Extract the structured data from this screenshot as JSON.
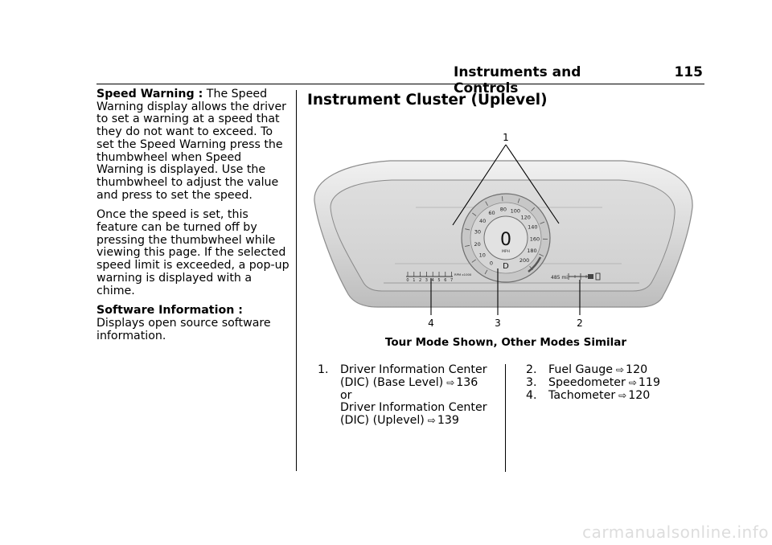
{
  "header": {
    "section": "Instruments and Controls",
    "page_number": "115"
  },
  "left_column": {
    "speed_warning": {
      "term": "Speed Warning :",
      "text": "The Speed Warning display allows the driver to set a warning at a speed that they do not want to exceed. To set the Speed Warning press the thumbwheel when Speed Warning is displayed. Use the thumbwheel to adjust the value and press to set the speed."
    },
    "speed_warning_note": "Once the speed is set, this feature can be turned off by pressing the thumbwheel while viewing this page. If the selected speed limit is exceeded, a pop-up warning is displayed with a chime.",
    "software_info": {
      "term": "Software Information :",
      "text": "Displays open source software information."
    }
  },
  "section_title": "Instrument Cluster (Uplevel)",
  "figure": {
    "callouts": [
      "1",
      "2",
      "3",
      "4"
    ],
    "speedometer": {
      "value": "0",
      "unit": "MPH",
      "gear": "D",
      "ticks": [
        "0",
        "10",
        "20",
        "30",
        "40",
        "60",
        "80",
        "100",
        "120",
        "140",
        "160",
        "180",
        "200"
      ]
    },
    "tachometer": {
      "ticks": [
        "0",
        "1",
        "2",
        "3",
        "4",
        "5",
        "6",
        "7"
      ],
      "unit": "RPM x1000"
    },
    "fuel": {
      "range": "485 mi"
    },
    "caption": "Tour Mode Shown, Other Modes Similar"
  },
  "list": [
    {
      "num": "1.",
      "lines": [
        "Driver Information Center (DIC) (Base Level)"
      ],
      "ref": "136",
      "alt": "or",
      "alt_lines": [
        "Driver Information Center (DIC) (Uplevel)"
      ],
      "alt_ref": "139"
    },
    {
      "num": "2.",
      "label": "Fuel Gauge",
      "ref": "120"
    },
    {
      "num": "3.",
      "label": "Speedometer",
      "ref": "119"
    },
    {
      "num": "4.",
      "label": "Tachometer",
      "ref": "120"
    }
  ],
  "page_ref_icon": "page-reference-arrow-icon",
  "watermark": "carmanualsonline.info"
}
